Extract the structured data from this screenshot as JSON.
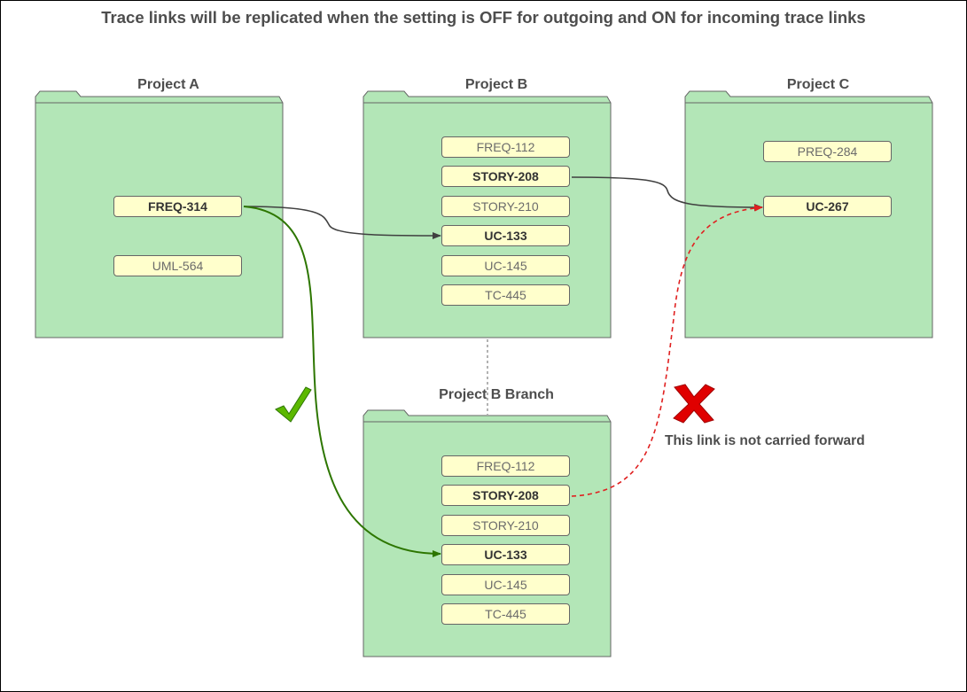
{
  "title": "Trace links will be replicated when the setting is OFF for outgoing and ON for incoming trace links",
  "colors": {
    "folder_fill": "#b3e6b7",
    "item_fill": "#ffffcc",
    "incoming_link": "#2d7600",
    "blocked_link": "#e02020",
    "link": "#404040"
  },
  "projects": {
    "a": {
      "label": "Project A",
      "items": [
        "FREQ-314",
        "UML-564"
      ]
    },
    "b": {
      "label": "Project B",
      "items": [
        "FREQ-112",
        "STORY-208",
        "STORY-210",
        "UC-133",
        "UC-145",
        "TC-445"
      ]
    },
    "c": {
      "label": "Project C",
      "items": [
        "PREQ-284",
        "UC-267"
      ]
    },
    "branch": {
      "label": "Project B Branch",
      "items": [
        "FREQ-112",
        "STORY-208",
        "STORY-210",
        "UC-133",
        "UC-145",
        "TC-445"
      ]
    }
  },
  "note": "This link is not carried forward",
  "icons": {
    "check": "check-icon",
    "cross": "cross-icon"
  }
}
